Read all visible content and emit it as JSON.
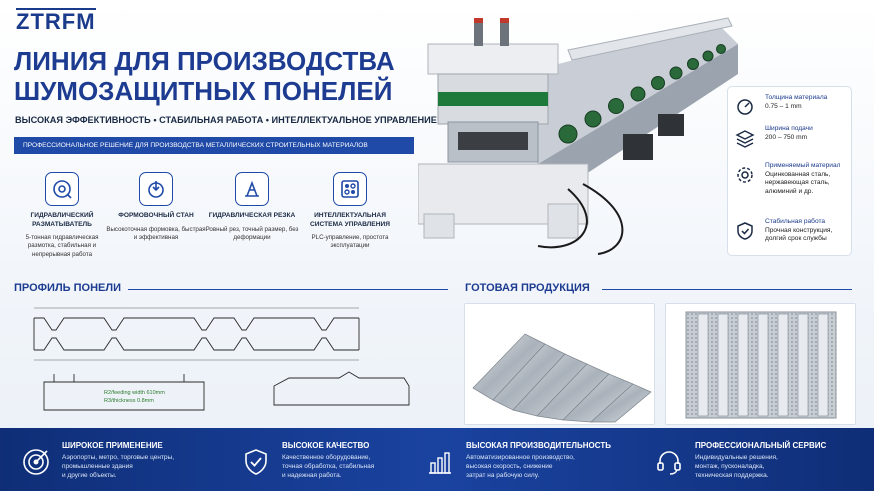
{
  "brand": {
    "logo": "ZTRFM"
  },
  "header": {
    "title": "ЛИНИЯ ДЛЯ ПРОИЗВОДСТВА ШУМОЗАЩИТНЫХ ПОНЕЛЕЙ",
    "subtitle": "ВЫСОКАЯ ЭФФЕКТИВНОСТЬ • СТАБИЛЬНАЯ РАБОТА • ИНТЕЛЛЕКТУАЛЬНОЕ УПРАВЛЕНИЕ",
    "banner": "ПРОФЕССИОНАЛЬНОЕ РЕШЕНИЕ ДЛЯ ПРОИЗВОДСТВА МЕТАЛЛИЧЕСКИХ СТРОИТЕЛЬНЫХ МАТЕРИАЛОВ"
  },
  "features": [
    {
      "name": "ГИДРАВЛИЧЕСКИЙ РАЗМАТЫВАТЕЛЬ",
      "desc": "5-тонная гидравлическая размотка, стабильная и непрерывная работа",
      "icon": "decoiler-icon"
    },
    {
      "name": "ФОРМОВОЧНЫЙ СТАН",
      "desc": "Высокоточная формовка, быстрая и эффективная",
      "icon": "forming-icon"
    },
    {
      "name": "ГИДРАВЛИЧЕСКАЯ РЕЗКА",
      "desc": "Ровный рез, точный размер, без деформации",
      "icon": "cutting-icon"
    },
    {
      "name": "ИНТЕЛЛЕКТУАЛЬНАЯ СИСТЕМА УПРАВЛЕНИЯ",
      "desc": "PLC-управление, простота эксплуатации",
      "icon": "control-icon"
    }
  ],
  "specs": [
    {
      "title": "Толщина материала",
      "value": "0.75 – 1 mm",
      "icon": "thickness-icon"
    },
    {
      "title": "Ширина подачи",
      "value": "200 – 750 mm",
      "icon": "layers-icon"
    },
    {
      "title": "Применяемый материал",
      "value": "Оцинкованная сталь, нержавеющая сталь, алюминий и др.",
      "icon": "gear-icon"
    },
    {
      "title": "Стабильная работа",
      "value": "Прочная конструкция, долгий срок службы",
      "icon": "shield-icon"
    }
  ],
  "sections": {
    "profile": "ПРОФИЛЬ ПОНЕЛИ",
    "products": "ГОТОВАЯ ПРОДУКЦИЯ"
  },
  "drawing": {
    "note_width": "R2/feeding width 610mm",
    "note_thickness": "R3/thickness 0.8mm"
  },
  "footer": [
    {
      "title": "ШИРОКОЕ ПРИМЕНЕНИЕ",
      "desc": "Аэропорты, метро, торговые центры,\nпромышленные здания\nи другие объекты.",
      "icon": "target-icon"
    },
    {
      "title": "ВЫСОКОЕ КАЧЕСТВО",
      "desc": "Качественное оборудование,\nточная обработка, стабильная\nи надежная работа.",
      "icon": "quality-shield-icon"
    },
    {
      "title": "ВЫСОКАЯ ПРОИЗВОДИТЕЛЬНОСТЬ",
      "desc": "Автоматизированное производство,\nвысокая скорость, снижение\nзатрат на рабочую силу.",
      "icon": "chart-icon"
    },
    {
      "title": "ПРОФЕССИОНАЛЬНЫЙ СЕРВИС",
      "desc": "Индивидуальные решения,\nмонтаж, пусконаладка,\nтехническая поддержка.",
      "icon": "headset-icon"
    }
  ],
  "colors": {
    "brand": "#1d3c91",
    "accent": "#1f4aa8",
    "footer": "#133a8e",
    "machine_green": "#1e7a3a"
  }
}
